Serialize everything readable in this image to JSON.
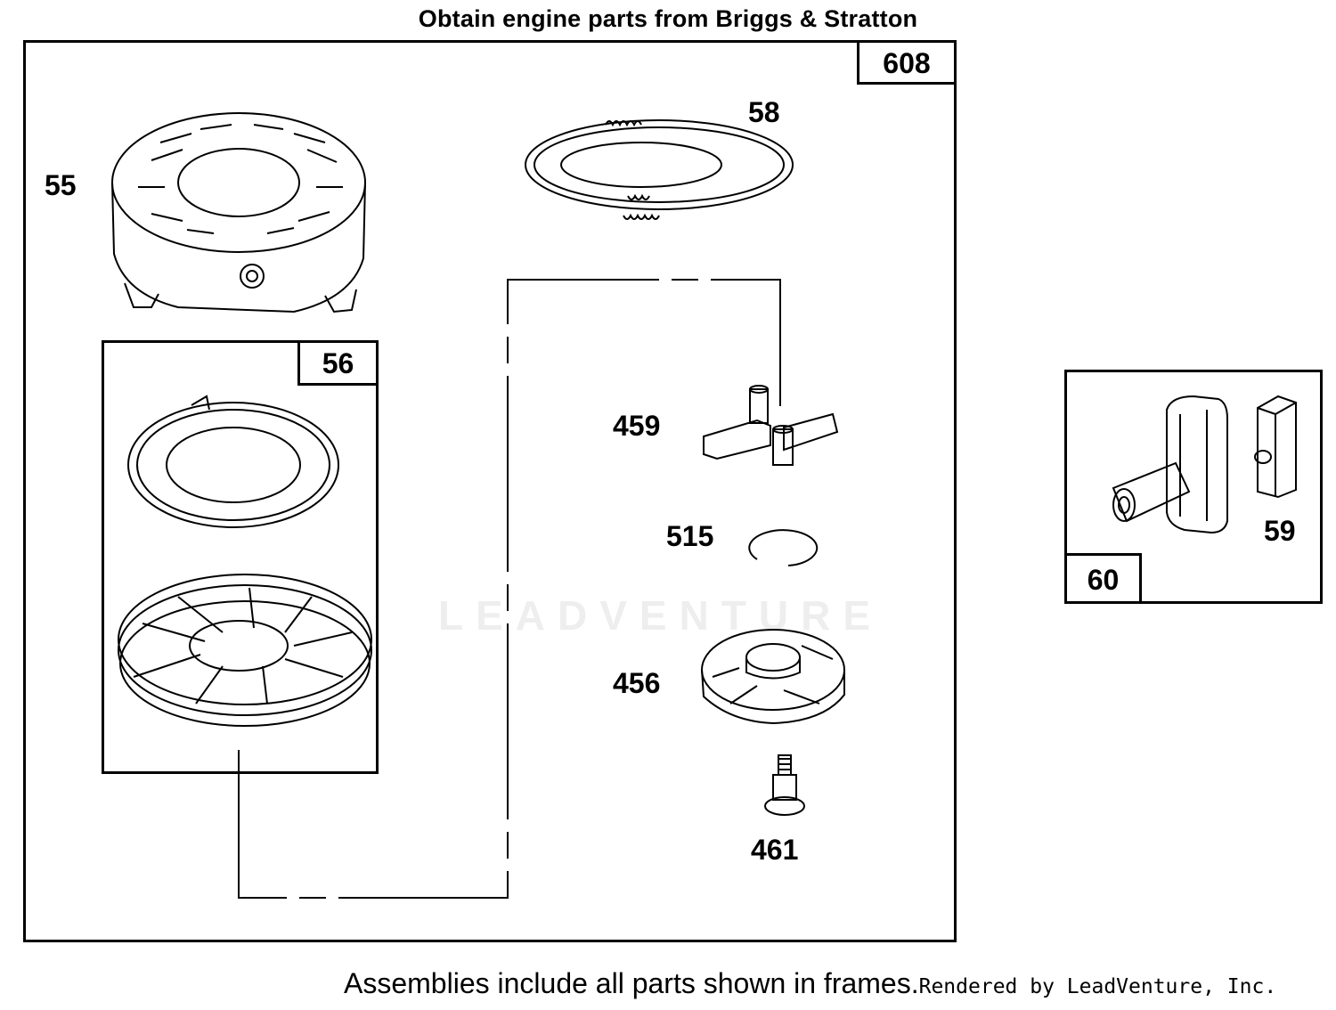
{
  "header": {
    "title": "Obtain engine parts from Briggs & Stratton"
  },
  "frames": {
    "main_tag": "608",
    "sub_tag": "56",
    "side_tag": "60"
  },
  "callouts": {
    "p55": "55",
    "p58": "58",
    "p459": "459",
    "p515": "515",
    "p456": "456",
    "p461": "461",
    "p59": "59"
  },
  "footer": {
    "note": "Assemblies include all parts shown in frames.",
    "credit": "Rendered by LeadVenture, Inc."
  },
  "watermark": {
    "text": "LEADVENTURE"
  }
}
